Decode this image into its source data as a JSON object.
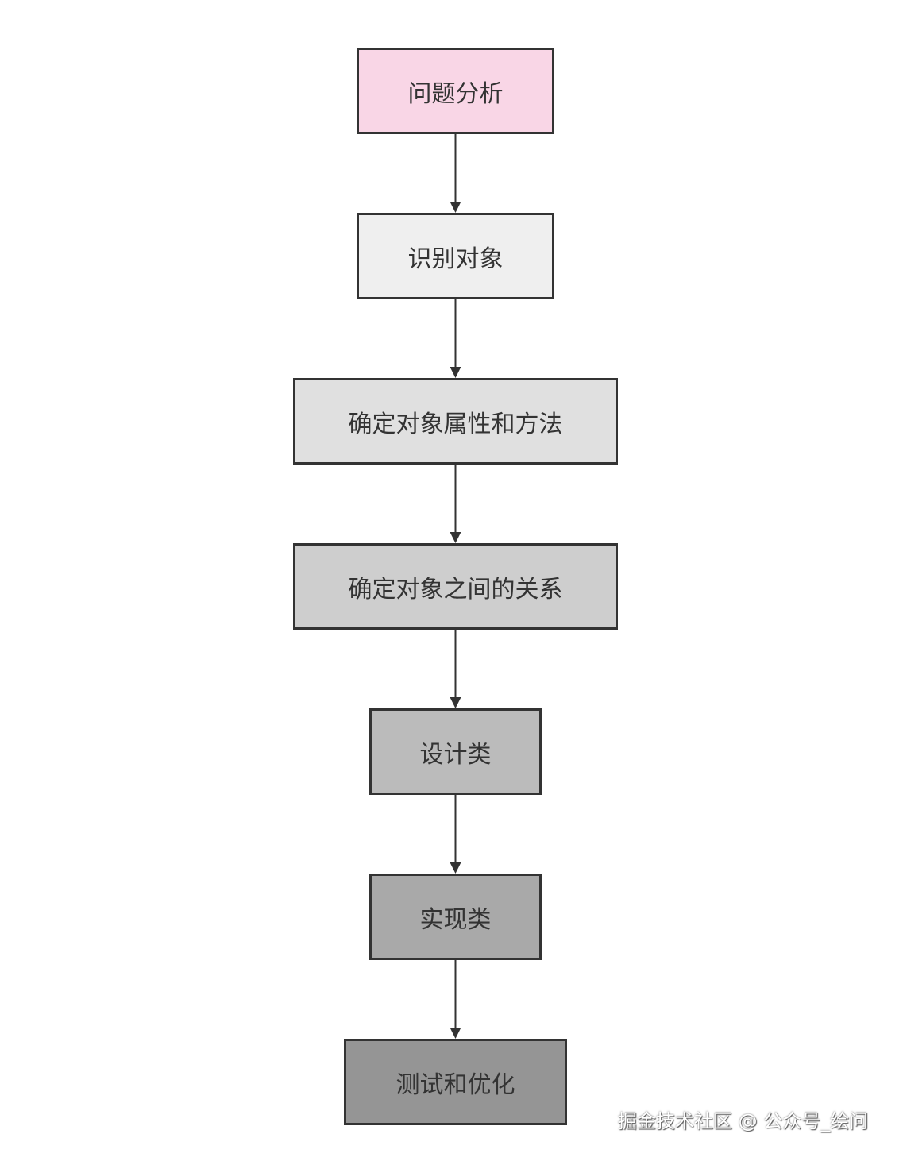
{
  "diagram": {
    "nodes": [
      {
        "id": "n1",
        "label": "问题分析",
        "fill": "#f9d6e6"
      },
      {
        "id": "n2",
        "label": "识别对象",
        "fill": "#efefef"
      },
      {
        "id": "n3",
        "label": "确定对象属性和方法",
        "fill": "#e0e0e0"
      },
      {
        "id": "n4",
        "label": "确定对象之间的关系",
        "fill": "#cecece"
      },
      {
        "id": "n5",
        "label": "设计类",
        "fill": "#bbbbbb"
      },
      {
        "id": "n6",
        "label": "实现类",
        "fill": "#a9a9a9"
      },
      {
        "id": "n7",
        "label": "测试和优化",
        "fill": "#959595"
      }
    ],
    "edges": [
      {
        "from": "n1",
        "to": "n2"
      },
      {
        "from": "n2",
        "to": "n3"
      },
      {
        "from": "n3",
        "to": "n4"
      },
      {
        "from": "n4",
        "to": "n5"
      },
      {
        "from": "n5",
        "to": "n6"
      },
      {
        "from": "n6",
        "to": "n7"
      }
    ],
    "stroke_color": "#333333"
  },
  "watermark": "掘金技术社区 @ 公众号_绘问"
}
